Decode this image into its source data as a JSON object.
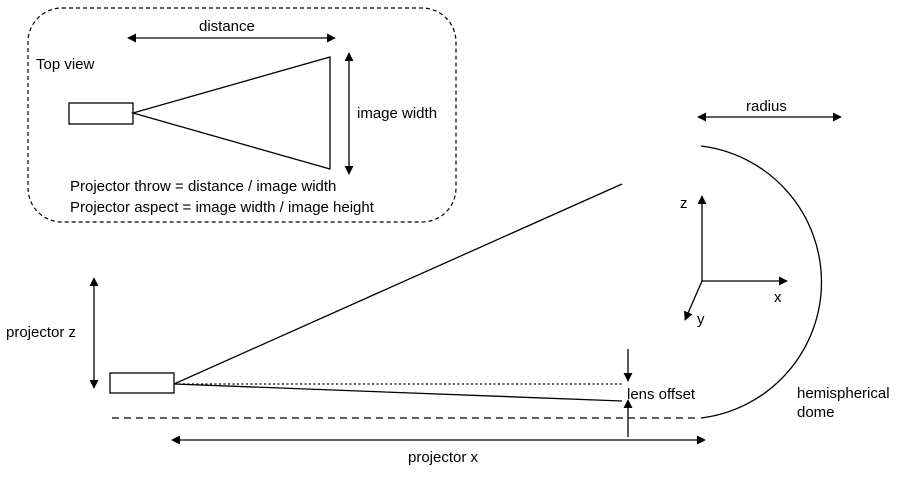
{
  "top_view": {
    "title": "Top view",
    "distance_label": "distance",
    "image_width_label": "image width",
    "formula_throw": "Projector throw =  distance / image width",
    "formula_aspect": "Projector aspect = image width / image height"
  },
  "side_view": {
    "radius_label": "radius",
    "projector_z_label": "projector z",
    "projector_x_label": "projector x",
    "lens_offset_label": "lens offset",
    "dome_label_line1": "hemispherical",
    "dome_label_line2": "dome"
  },
  "axes": {
    "z_label": "z",
    "x_label": "x",
    "y_label": "y"
  }
}
